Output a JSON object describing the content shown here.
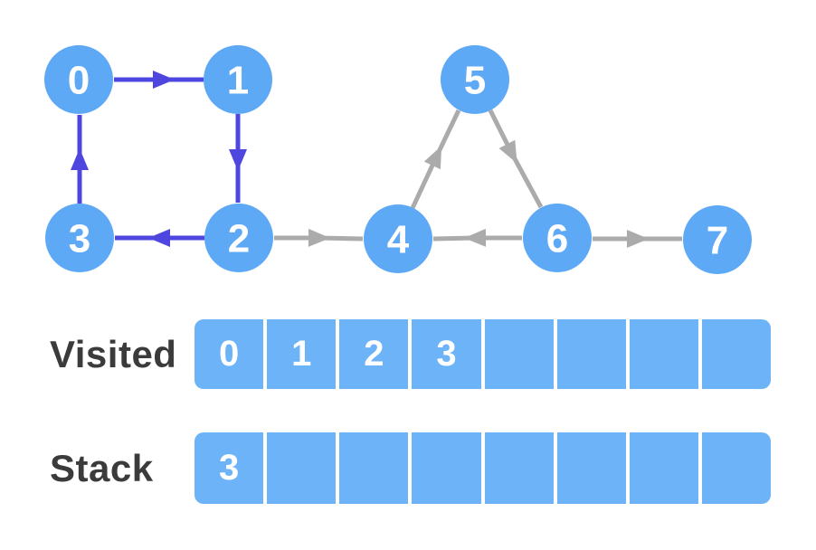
{
  "colors": {
    "background": "#ffffff",
    "node_fill": "#5ea9f6",
    "cell_fill": "#6cb3f8",
    "visited_edge": "#4f46e0",
    "unvisited_edge": "#ababab",
    "node_text": "#ffffff",
    "label_text": "#3b3b3b"
  },
  "graph": {
    "nodes": [
      {
        "label": "0"
      },
      {
        "label": "1"
      },
      {
        "label": "2"
      },
      {
        "label": "3"
      },
      {
        "label": "4"
      },
      {
        "label": "5"
      },
      {
        "label": "6"
      },
      {
        "label": "7"
      }
    ],
    "edges": [
      {
        "from": "0",
        "to": "1",
        "style": "visited"
      },
      {
        "from": "1",
        "to": "2",
        "style": "visited"
      },
      {
        "from": "2",
        "to": "3",
        "style": "visited"
      },
      {
        "from": "3",
        "to": "0",
        "style": "visited"
      },
      {
        "from": "2",
        "to": "4",
        "style": "unvisited"
      },
      {
        "from": "4",
        "to": "5",
        "style": "unvisited"
      },
      {
        "from": "5",
        "to": "6",
        "style": "unvisited"
      },
      {
        "from": "6",
        "to": "4",
        "style": "unvisited"
      },
      {
        "from": "6",
        "to": "7",
        "style": "unvisited"
      }
    ]
  },
  "visited_row": {
    "label": "Visited",
    "cells": [
      "0",
      "1",
      "2",
      "3",
      "",
      "",
      "",
      ""
    ]
  },
  "stack_row": {
    "label": "Stack",
    "cells": [
      "3",
      "",
      "",
      "",
      "",
      "",
      "",
      ""
    ]
  }
}
